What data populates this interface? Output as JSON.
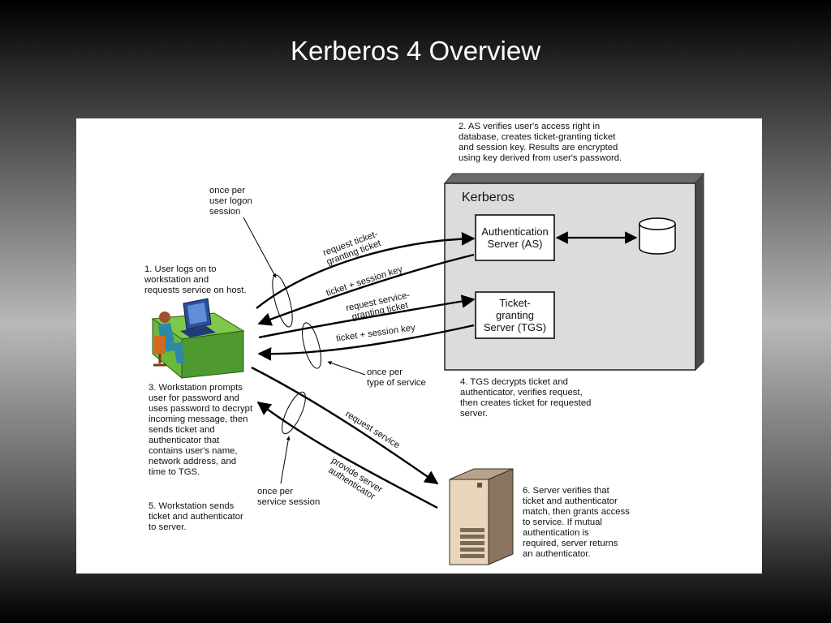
{
  "slide": {
    "title": "Kerberos 4 Overview"
  },
  "diagram": {
    "kerberos_label": "Kerberos",
    "as_label": "Authentication\nServer (AS)",
    "tgs_label": "Ticket-\ngranting\nServer (TGS)",
    "notes": {
      "step1": "1. User logs on to\nworkstation and\nrequests service on host.",
      "step2": "2. AS verifies user's access right in\ndatabase, creates ticket-granting ticket\nand session key. Results are encrypted\nusing key derived from user's password.",
      "step3": "3. Workstation prompts\nuser for password and\nuses password to decrypt\nincoming message, then\nsends ticket and\nauthenticator that\ncontains user's name,\nnetwork address, and\ntime to TGS.",
      "step4": "4. TGS decrypts ticket and\nauthenticator, verifies request,\nthen creates ticket for requested\nserver.",
      "step5": "5. Workstation sends\nticket and authenticator\nto server.",
      "step6": "6. Server verifies that\nticket and authenticator\nmatch, then grants access\nto service. If mutual\nauthentication is\nrequired, server returns\nan authenticator.",
      "once_logon": "once per\nuser logon\nsession",
      "once_service_type": "once per\ntype of service",
      "once_service_session": "once per\nservice session"
    },
    "arrows": {
      "request_tgt": "request ticket-\ngranting ticket",
      "ticket_session_key_1": "ticket + session key",
      "request_service_gt": "request service-\ngranting ticket",
      "ticket_session_key_2": "ticket + session key",
      "request_service": "request service",
      "provide_authenticator": "provide server\nauthenticator"
    }
  }
}
